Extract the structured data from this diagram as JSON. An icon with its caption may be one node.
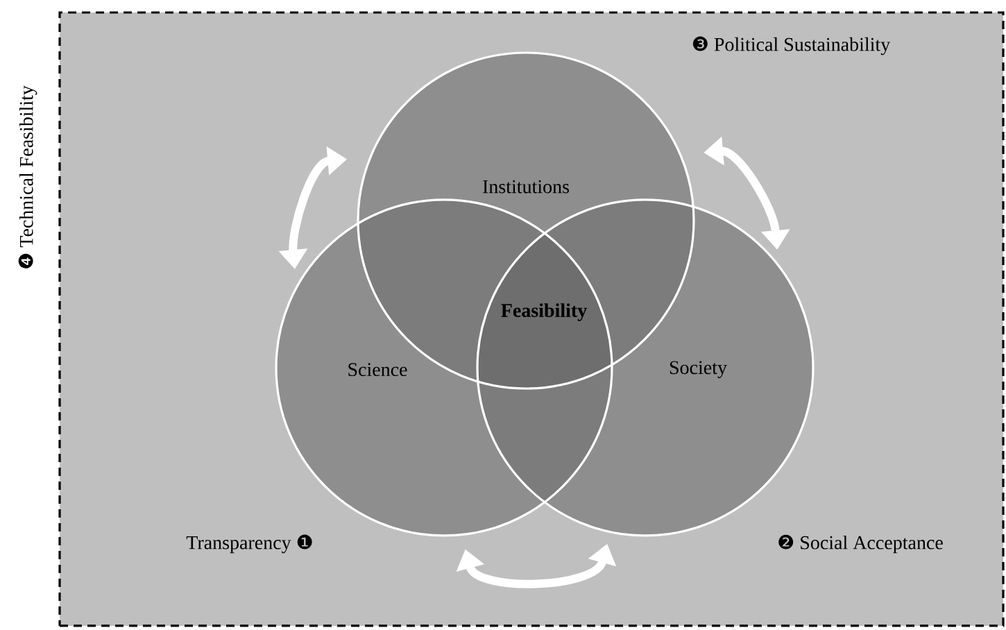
{
  "diagram": {
    "nodes": [
      {
        "text": [
          "❹ Technical Feasibility"
        ]
      },
      {
        "text": [
          "Institutions"
        ],
        "in": 0
      },
      {
        "text": [
          "Science"
        ],
        "in": 0
      },
      {
        "text": [
          "Society"
        ],
        "in": 0
      }
    ],
    "edges": [
      {
        "from": 2,
        "to": 1,
        "arrow": "both"
      },
      {
        "from": 1,
        "to": 3,
        "arrow": "both"
      },
      {
        "from": 2,
        "to": 3,
        "arrow": "both"
      }
    ],
    "labels": [
      "❸ Political Sustainability",
      "**Feasibility**",
      "Transparency ❶",
      "❷ Social Acceptance"
    ]
  }
}
